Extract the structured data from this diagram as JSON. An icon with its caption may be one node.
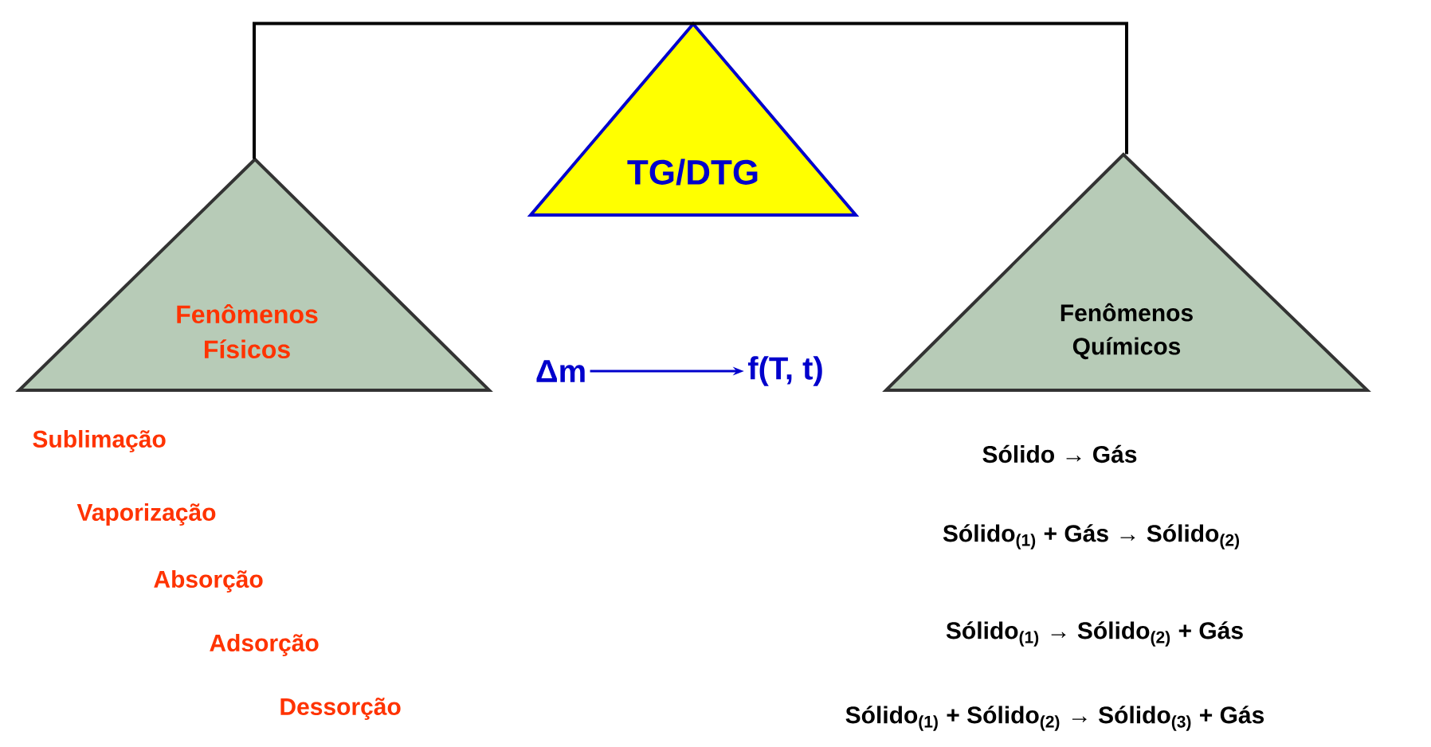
{
  "diagram": {
    "nodes": [
      {
        "text": [
          "TG/DTG"
        ]
      },
      {
        "text": [
          "Fenômenos Físicos"
        ]
      },
      {
        "text": [
          "Fenômenos Químicos"
        ]
      },
      {
        "text": [
          "Δm"
        ]
      },
      {
        "text": [
          "f(T, t)"
        ]
      }
    ],
    "edges": [
      {
        "from": 0,
        "to": 1,
        "arrow": "none"
      },
      {
        "from": 0,
        "to": 2,
        "arrow": "none"
      },
      {
        "from": 3,
        "to": 4,
        "arrow": "to",
        "color": "#0000cc"
      }
    ],
    "labels": [
      "Sublimação",
      "Vaporização",
      "Absorção",
      "Adsorção",
      "Dessorção",
      "Sólido → Gás",
      "Sólido$_{(1)}$ + Gás → Sólido$_{(2)}$",
      "Sólido$_{(1)}$ → Sólido$_{(2)}$ + Gás",
      "Sólido$_{(1)}$ + Sólido$_{(2)}$ →  Sólido$_{(3)}$ + Gás"
    ]
  }
}
